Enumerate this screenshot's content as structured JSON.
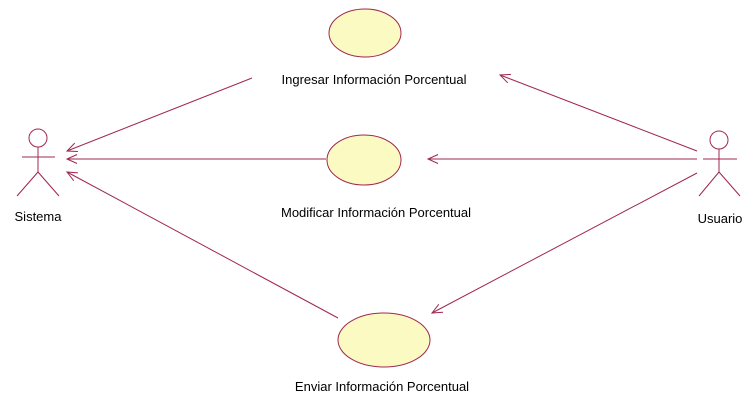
{
  "colors": {
    "background": "#ffffff",
    "line": "#a0284f",
    "usecase_fill": "#fafac2",
    "usecase_stroke": "#a0284f",
    "text": "#000000"
  },
  "actors": {
    "sistema": {
      "name": "Sistema",
      "icon": "stick-figure-actor-icon"
    },
    "usuario": {
      "name": "Usuario",
      "icon": "stick-figure-actor-icon"
    }
  },
  "use_cases": {
    "ingresar": {
      "label": "Ingresar Información Porcentual"
    },
    "modificar": {
      "label": "Modificar Información Porcentual"
    },
    "enviar": {
      "label": "Enviar Información Porcentual"
    }
  },
  "associations": [
    {
      "from": "usuario",
      "to": "ingresar",
      "arrowhead": "open"
    },
    {
      "from": "usuario",
      "to": "modificar",
      "arrowhead": "open"
    },
    {
      "from": "usuario",
      "to": "enviar",
      "arrowhead": "open"
    },
    {
      "from": "ingresar",
      "to": "sistema",
      "arrowhead": "open"
    },
    {
      "from": "modificar",
      "to": "sistema",
      "arrowhead": "open"
    },
    {
      "from": "enviar",
      "to": "sistema",
      "arrowhead": "open"
    }
  ]
}
